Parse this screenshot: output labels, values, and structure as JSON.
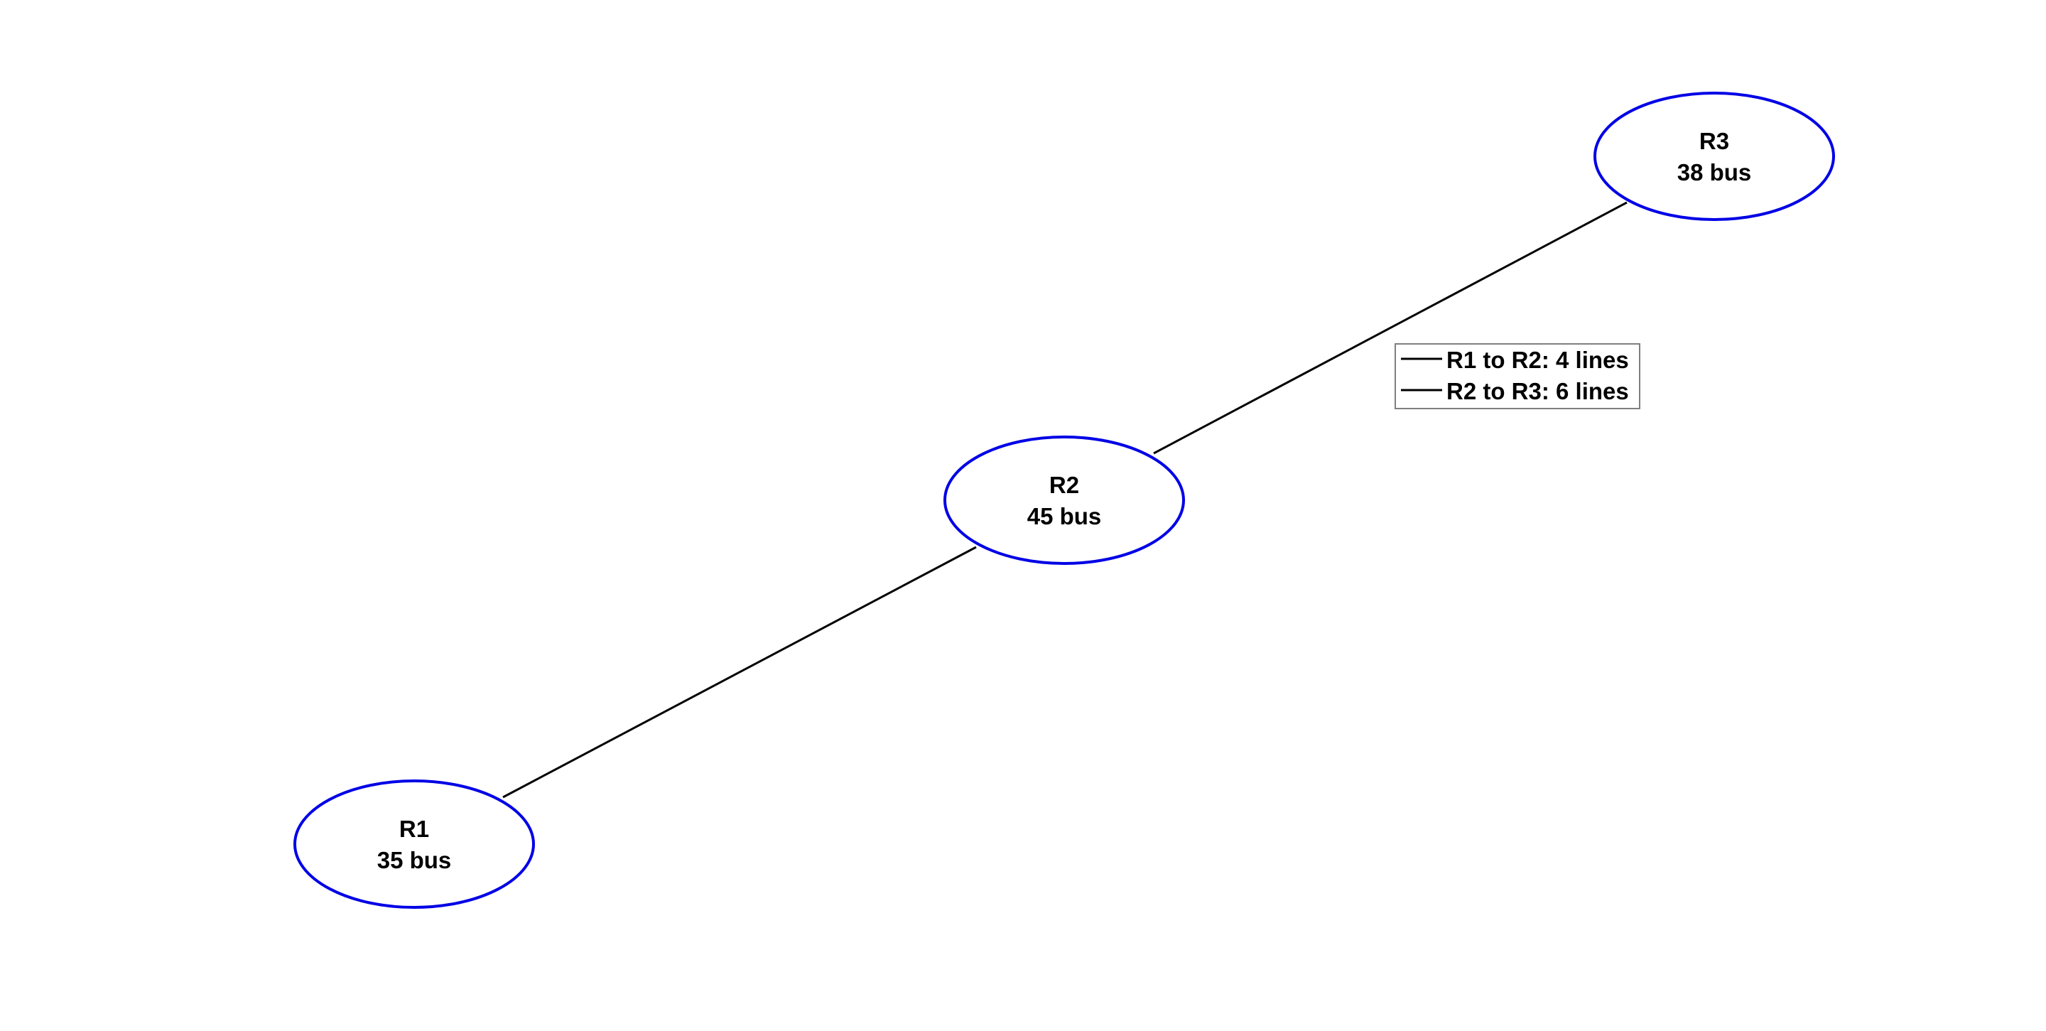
{
  "nodes": [
    {
      "id": "R1",
      "label": "R1",
      "sublabel": "35 bus"
    },
    {
      "id": "R2",
      "label": "R2",
      "sublabel": "45 bus"
    },
    {
      "id": "R3",
      "label": "R3",
      "sublabel": "38 bus"
    }
  ],
  "edges": [
    {
      "from": "R1",
      "to": "R2"
    },
    {
      "from": "R2",
      "to": "R3"
    }
  ],
  "legend": {
    "items": [
      {
        "label": "R1 to R2: 4 lines"
      },
      {
        "label": "R2 to R3: 6 lines"
      }
    ]
  },
  "colors": {
    "node_outline": "#0000e6",
    "edge": "#000000",
    "legend_border": "#7f7f7f"
  }
}
